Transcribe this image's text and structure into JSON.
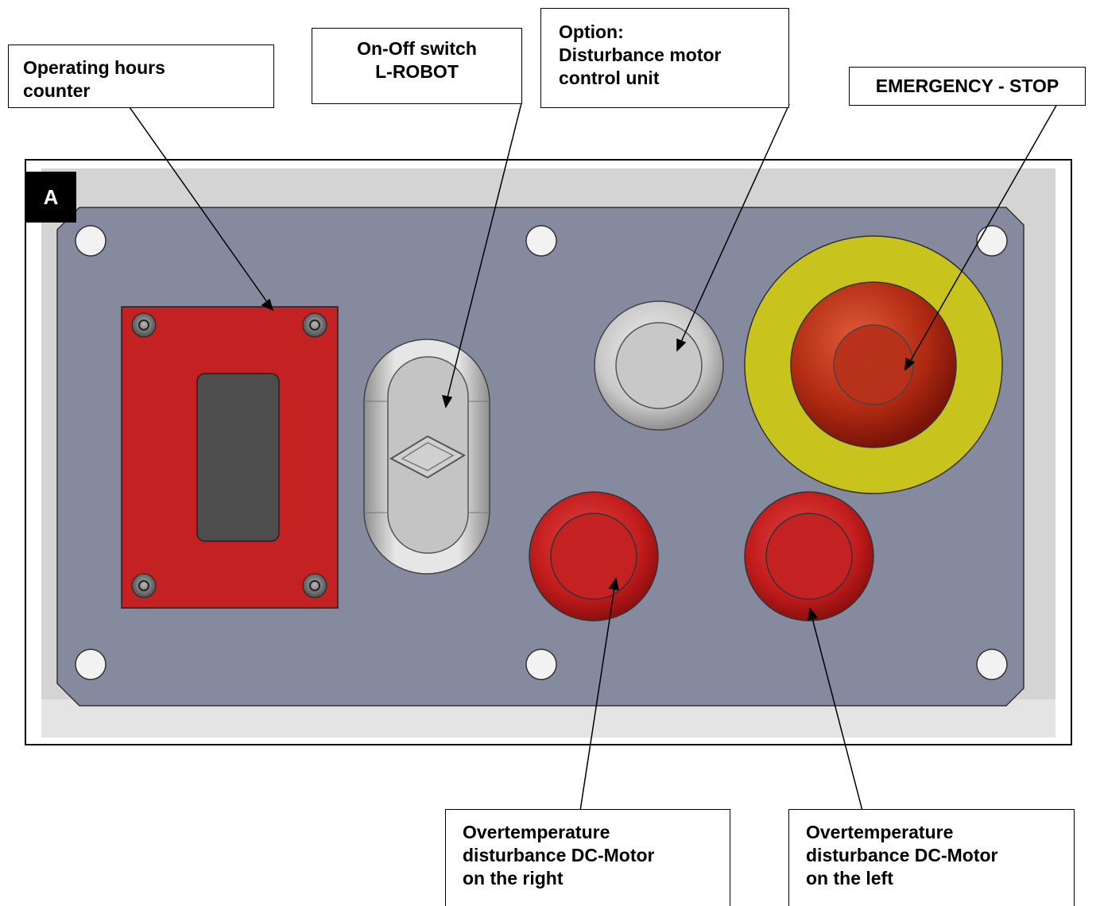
{
  "panel_label": "A",
  "callouts": {
    "hours_counter": [
      "Operating hours",
      "counter"
    ],
    "onoff_switch": [
      "On-Off switch",
      "L-ROBOT"
    ],
    "option_unit": [
      "Option:",
      "Disturbance motor",
      "control unit"
    ],
    "emergency_stop": [
      "EMERGENCY - STOP"
    ],
    "overtemp_right": [
      "Overtemperature",
      "disturbance DC-Motor",
      "on the right"
    ],
    "overtemp_left": [
      "Overtemperature",
      "disturbance DC-Motor",
      "on the left"
    ]
  },
  "colors": {
    "plate": "#858a9e",
    "counter_housing": "#c42222",
    "counter_window": "#4d4d4d",
    "emergency_ring": "#c9c31e",
    "emergency_button": "#b8311a",
    "red_button": "#c42222",
    "grey_button": "#c8c8c8"
  }
}
